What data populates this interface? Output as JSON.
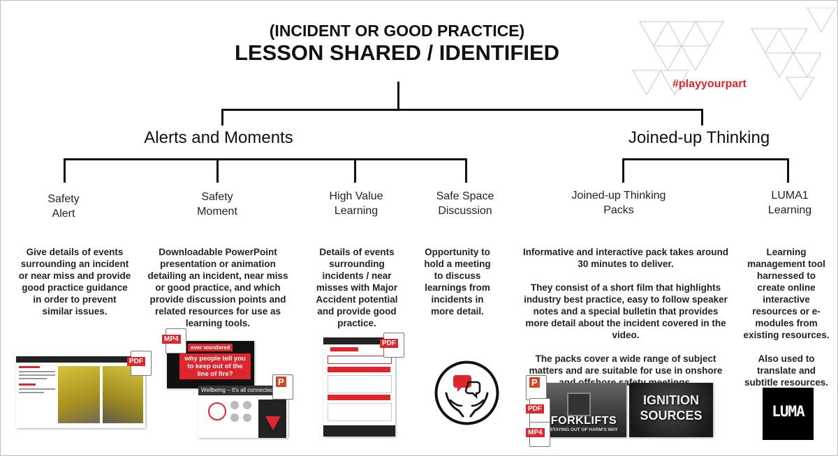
{
  "title": {
    "line1": "(INCIDENT OR GOOD PRACTICE)",
    "line2": "LESSON SHARED / IDENTIFIED"
  },
  "hashtag": "#playyourpart",
  "branches": [
    {
      "label": "Alerts and Moments"
    },
    {
      "label": "Joined-up Thinking"
    }
  ],
  "items": [
    {
      "title": "Safety\nAlert",
      "desc": "Give details of events surrounding an incident or near miss and provide good practice guidance in order to prevent similar issues."
    },
    {
      "title": "Safety\nMoment",
      "desc": "Downloadable PowerPoint presentation or animation detailing an incident, near miss or good practice, and which provide discussion points and related resources for use as learning tools."
    },
    {
      "title": "High Value\nLearning",
      "desc": "Details of events surrounding incidents / near misses with Major Accident potential and provide good practice."
    },
    {
      "title": "Safe Space\nDiscussion",
      "desc": "Opportunity to hold a meeting to discuss learnings from incidents in more detail."
    },
    {
      "title": "Joined-up Thinking\nPacks",
      "desc1": "Informative and interactive pack takes around 30 minutes to deliver.",
      "desc2": "They consist of a short film that highlights industry best practice, easy to follow speaker notes and a special bulletin that provides more detail about the incident covered in the video.",
      "desc3": "The packs cover a wide range of subject matters and are suitable for use in onshore and offshore safety meetings."
    },
    {
      "title": "LUMA1\nLearning",
      "desc1": "Learning management tool harnessed to create online interactive resources or e-modules from existing resources.",
      "desc2": "Also used to translate and subtitle resources."
    }
  ],
  "thumbs": {
    "safety_moment_top": "ever wondered",
    "safety_moment_main": "why people tell you to keep out of the line of fire?",
    "safety_moment_lower": "Wellbeing – It's all connected",
    "forklift": "FORKLIFTS",
    "forklift_sub": "STAYING OUT OF HARM'S WAY",
    "ignition": "IGNITION SOURCES",
    "luma": "LUMA"
  },
  "badges": {
    "pdf": "PDF",
    "mp4": "MP4",
    "ppt": "P"
  },
  "colors": {
    "accent": "#e0262d",
    "line": "#111111"
  }
}
